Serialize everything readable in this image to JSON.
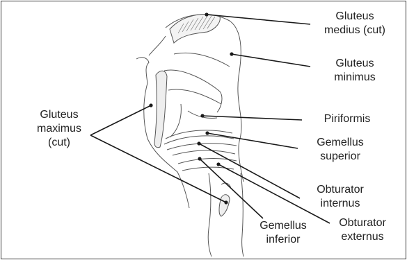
{
  "labels": {
    "gluteus_medius": [
      "Gluteus",
      "medius (cut)"
    ],
    "gluteus_minimus": [
      "Gluteus",
      "minimus"
    ],
    "gluteus_maximus": [
      "Gluteus",
      "maximus",
      "(cut)"
    ],
    "piriformis": [
      "Piriformis"
    ],
    "gemellus_superior": [
      "Gemellus",
      "superior"
    ],
    "obturator_internus": [
      "Obturator",
      "internus"
    ],
    "obturator_externus": [
      "Obturator",
      "externus"
    ],
    "gemellus_inferior": [
      "Gemellus",
      "inferior"
    ]
  },
  "colors": {
    "line": "#1a1a1a",
    "sketch": "#555555",
    "hatch": "#777777"
  }
}
